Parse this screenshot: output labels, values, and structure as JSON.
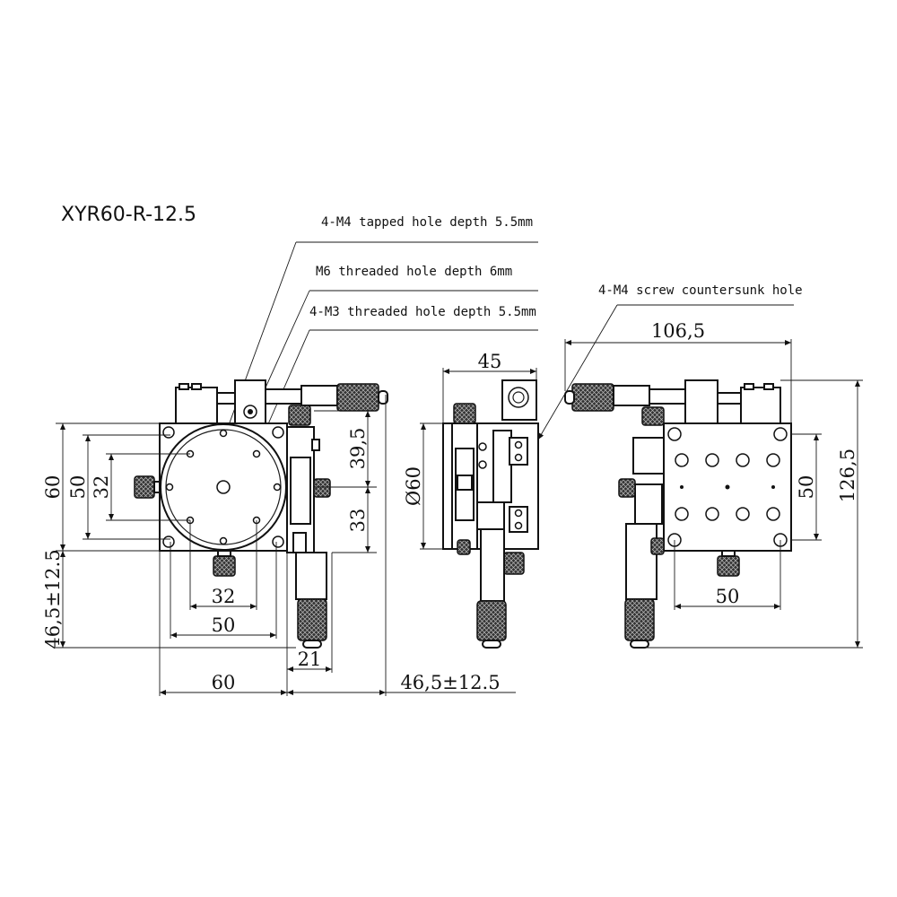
{
  "title": "XYR60-R-12.5",
  "notes": {
    "m4_tapped": "4-M4 tapped hole depth 5.5mm",
    "m6_threaded": "M6 threaded hole depth 6mm",
    "m3_threaded": "4-M3 threaded hole depth 5.5mm",
    "m4_countersunk": "4-M4 screw countersunk hole"
  },
  "dims": {
    "top_60_v": "60",
    "top_50_v": "50",
    "top_32_v": "32",
    "top_465_v": "46,5±12.5",
    "top_32_h": "32",
    "top_50_h": "50",
    "top_60_h": "60",
    "top_21_h": "21",
    "top_465_h": "46,5±12.5",
    "top_395_v": "39,5",
    "top_33_v": "33",
    "side_45": "45",
    "side_d60": "Ø60",
    "right_1065": "106,5",
    "right_1265": "126,5",
    "right_50_v": "50",
    "right_50_h": "50"
  }
}
